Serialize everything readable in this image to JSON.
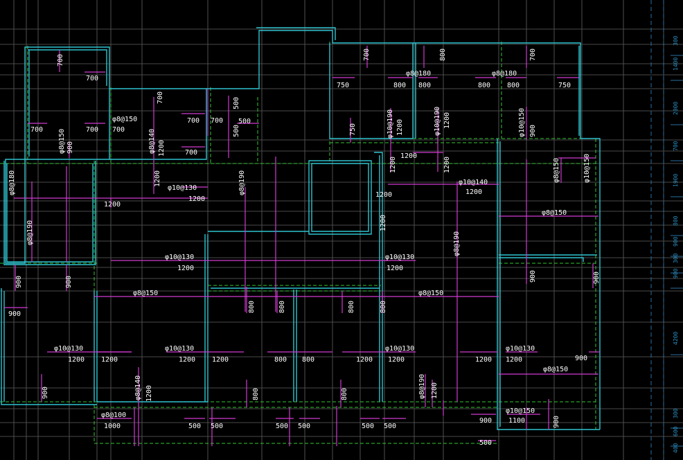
{
  "plan": {
    "labels": [
      {
        "t": "700"
      },
      {
        "t": "700"
      },
      {
        "t": "700"
      },
      {
        "t": "700"
      },
      {
        "t": "φ8@150"
      },
      {
        "t": "700"
      },
      {
        "t": "700"
      },
      {
        "t": "700"
      },
      {
        "t": "700"
      },
      {
        "t": "500"
      },
      {
        "t": "500"
      },
      {
        "t": "500"
      },
      {
        "t": "φ8@150"
      },
      {
        "t": "900"
      },
      {
        "t": "φ8@140"
      },
      {
        "t": "1200"
      },
      {
        "t": "700"
      },
      {
        "t": "φ8@180"
      },
      {
        "t": "1200"
      },
      {
        "t": "φ10@130"
      },
      {
        "t": "1200"
      },
      {
        "t": "φ8@190"
      },
      {
        "t": "φ8@190"
      },
      {
        "t": "750"
      },
      {
        "t": "800"
      },
      {
        "t": "φ8@180"
      },
      {
        "t": "700"
      },
      {
        "t": "φ8@180"
      },
      {
        "t": "750"
      },
      {
        "t": "800"
      },
      {
        "t": "800"
      },
      {
        "t": "800"
      },
      {
        "t": "800"
      },
      {
        "t": "700"
      },
      {
        "t": "750"
      },
      {
        "t": "φ10@190"
      },
      {
        "t": "1200"
      },
      {
        "t": "φ10@190"
      },
      {
        "t": "1200"
      },
      {
        "t": "φ10@150"
      },
      {
        "t": "900"
      },
      {
        "t": "1200"
      },
      {
        "t": "1200"
      },
      {
        "t": "1200"
      },
      {
        "t": "φ10@150"
      },
      {
        "t": "φ8@150"
      },
      {
        "t": "1200"
      },
      {
        "t": "1200"
      },
      {
        "t": "φ10@140"
      },
      {
        "t": "1200"
      },
      {
        "t": "φ8@150"
      },
      {
        "t": "1200"
      },
      {
        "t": "φ8@190"
      },
      {
        "t": "φ10@130"
      },
      {
        "t": "1200"
      },
      {
        "t": "φ10@130"
      },
      {
        "t": "1200"
      },
      {
        "t": "900"
      },
      {
        "t": "900"
      },
      {
        "t": "900"
      },
      {
        "t": "900"
      },
      {
        "t": "900"
      },
      {
        "t": "φ8@150"
      },
      {
        "t": "800"
      },
      {
        "t": "800"
      },
      {
        "t": "800"
      },
      {
        "t": "800"
      },
      {
        "t": "φ8@150"
      },
      {
        "t": "φ10@130"
      },
      {
        "t": "1200"
      },
      {
        "t": "1200"
      },
      {
        "t": "φ10@130"
      },
      {
        "t": "1200"
      },
      {
        "t": "1200"
      },
      {
        "t": "800"
      },
      {
        "t": "800"
      },
      {
        "t": "1200"
      },
      {
        "t": "φ10@130"
      },
      {
        "t": "1200"
      },
      {
        "t": "φ10@130"
      },
      {
        "t": "1200"
      },
      {
        "t": "1200"
      },
      {
        "t": "900"
      },
      {
        "t": "φ8@150"
      },
      {
        "t": "900"
      },
      {
        "t": "φ8@140"
      },
      {
        "t": "1200"
      },
      {
        "t": "800"
      },
      {
        "t": "800"
      },
      {
        "t": "φ8@190"
      },
      {
        "t": "1200"
      },
      {
        "t": "φ8@100"
      },
      {
        "t": "1000"
      },
      {
        "t": "500"
      },
      {
        "t": "500"
      },
      {
        "t": "500"
      },
      {
        "t": "500"
      },
      {
        "t": "500"
      },
      {
        "t": "500"
      },
      {
        "t": "φ10@150"
      },
      {
        "t": "900"
      },
      {
        "t": "1100"
      },
      {
        "t": "900"
      },
      {
        "t": "500"
      }
    ],
    "dimensions": [
      {
        "t": "300"
      },
      {
        "t": "1400"
      },
      {
        "t": "2000"
      },
      {
        "t": "700"
      },
      {
        "t": "1900"
      },
      {
        "t": "800"
      },
      {
        "t": "900"
      },
      {
        "t": "300"
      },
      {
        "t": "900"
      },
      {
        "t": "4200"
      },
      {
        "t": "300"
      },
      {
        "t": "600"
      },
      {
        "t": "400"
      }
    ]
  }
}
